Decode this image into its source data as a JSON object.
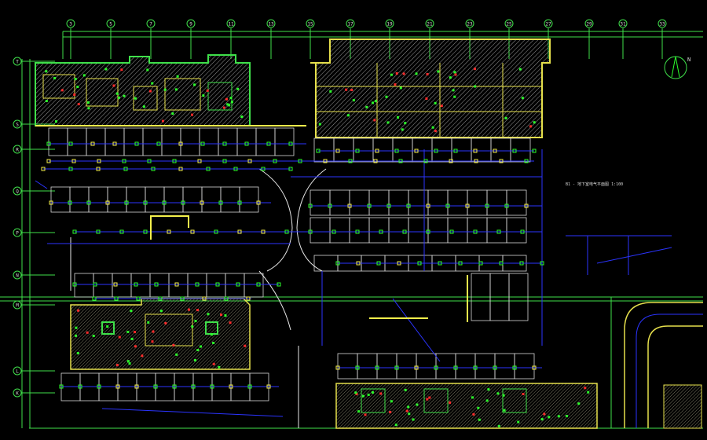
{
  "drawing": {
    "title_note": "B1 - 地下室电气平面图 1:100",
    "scale_note": "1:100",
    "north_label": "N"
  },
  "top_axes": [
    "3",
    "5",
    "7",
    "9",
    "11",
    "13",
    "15",
    "17",
    "19",
    "21",
    "23",
    "25",
    "27",
    "29",
    "31",
    "33"
  ],
  "left_axes": [
    "T",
    "S",
    "R",
    "Q",
    "P",
    "N",
    "M",
    "L",
    "K"
  ],
  "colors": {
    "background": "#000000",
    "grid_line": "#3fe04a",
    "wall_fill": "#6a6650",
    "wall_edge": "#e6e04c",
    "hatch": "#a6a6a6",
    "wire": "#2b34ff",
    "device": "#2cff2c",
    "device_alt": "#f4f04c",
    "text": "#d8d8d8",
    "white_line": "#e8e8e8",
    "accent_red": "#ff2b2b"
  }
}
